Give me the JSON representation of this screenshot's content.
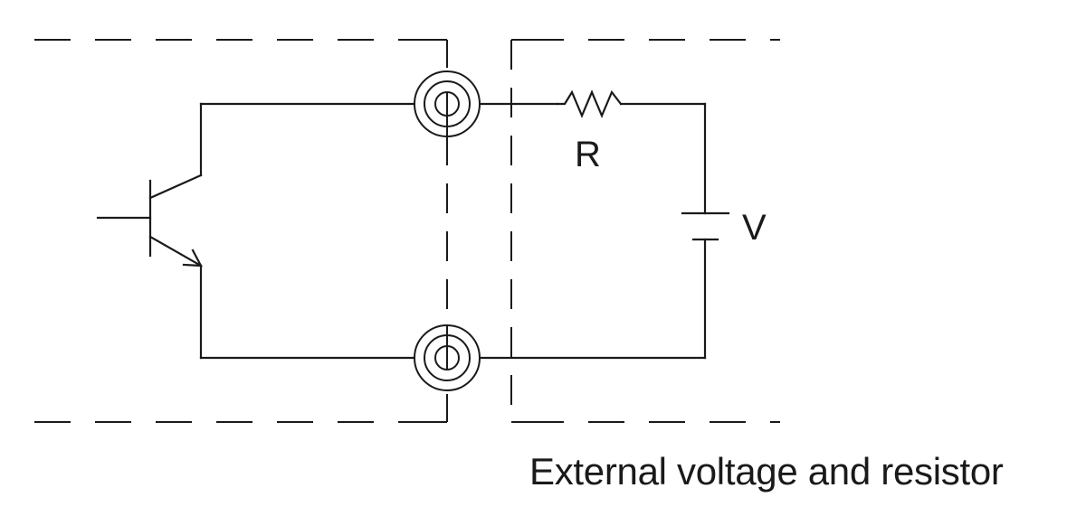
{
  "labels": {
    "resistor": "R",
    "voltage": "V"
  },
  "caption": "External voltage and resistor",
  "colors": {
    "line": "#1a1a1a",
    "background": "#ffffff"
  }
}
